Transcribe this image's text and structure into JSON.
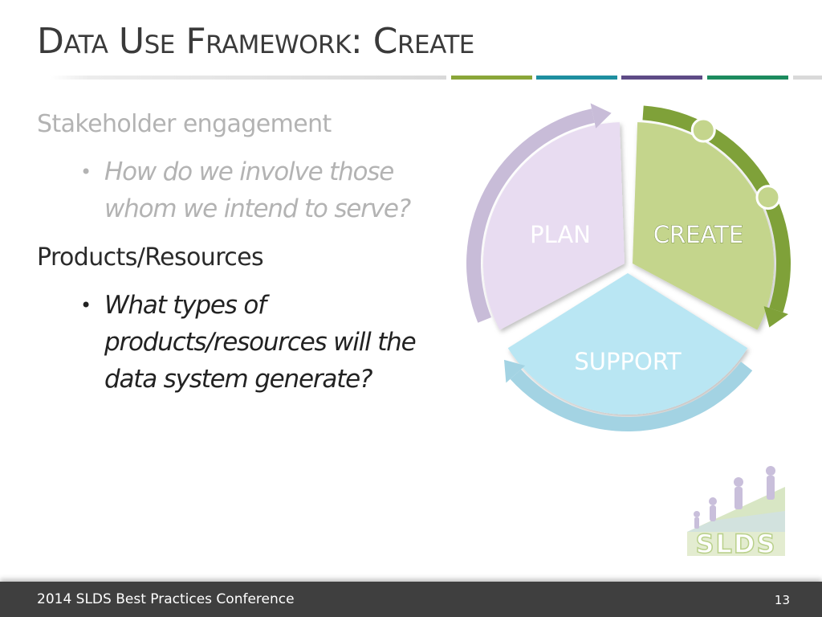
{
  "slide": {
    "title": "Data Use Framework: Create",
    "sections": [
      {
        "heading": "Stakeholder engagement",
        "bullet": "How do we involve those whom we intend to serve?",
        "bullet_lines": [
          "How do we involve those",
          "whom we intend to serve?"
        ],
        "emphasis": "dim"
      },
      {
        "heading": "Products/Resources",
        "bullet": "What types of products/resources will the data system generate?",
        "bullet_lines": [
          "What types of",
          "products/resources will the",
          "data system generate?"
        ],
        "emphasis": "dark"
      }
    ]
  },
  "diagram": {
    "segments": [
      {
        "label": "PLAN",
        "fill": "#e8dcf1",
        "arrow": "#c8bcd8",
        "active": false
      },
      {
        "label": "CREATE",
        "fill": "#c4d58c",
        "arrow": "#7fa139",
        "active": true
      },
      {
        "label": "SUPPORT",
        "fill": "#b9e6f3",
        "arrow": "#a3d3e3",
        "active": false
      }
    ]
  },
  "rule_colors": {
    "green": "#8aa639",
    "teal": "#1e8fa0",
    "purple": "#5e4b86",
    "dark_green": "#1c8b5e"
  },
  "logo": {
    "text": "SLDS",
    "icon": "slds-logo-icon"
  },
  "footer": {
    "conference": "2014 SLDS Best Practices Conference",
    "page_number": "13"
  }
}
